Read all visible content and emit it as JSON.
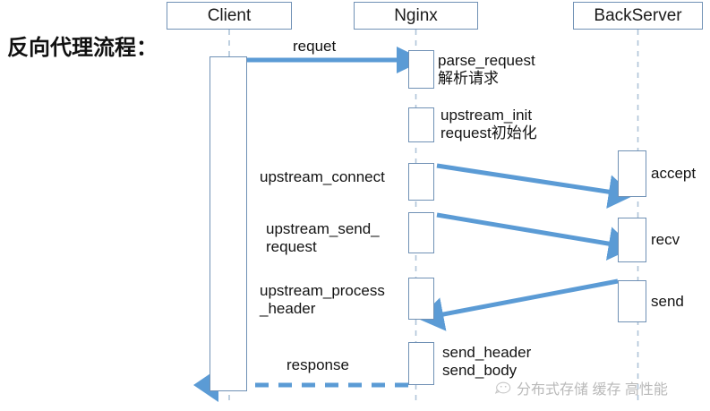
{
  "title": "反向代理流程：",
  "colors": {
    "arrow": "#5B9BD5",
    "box_border": "#7091B5",
    "lifeline": "#AFC4D8",
    "text": "#131313",
    "watermark": "#B9B9B9"
  },
  "actors": [
    {
      "name": "client",
      "label": "Client"
    },
    {
      "name": "nginx",
      "label": "Nginx"
    },
    {
      "name": "backserver",
      "label": "BackServer"
    }
  ],
  "activations": [
    {
      "name": "client-activation",
      "actor": "client",
      "label": ""
    },
    {
      "name": "nginx-parse-request",
      "actor": "nginx",
      "label": "parse_request\n解析请求"
    },
    {
      "name": "nginx-upstream-init",
      "actor": "nginx",
      "label": "upstream_init\nrequest初始化"
    },
    {
      "name": "nginx-upstream-connect",
      "actor": "nginx",
      "label": "upstream_connect"
    },
    {
      "name": "nginx-upstream-send-request",
      "actor": "nginx",
      "label": "upstream_send_\nrequest"
    },
    {
      "name": "nginx-upstream-process-header",
      "actor": "nginx",
      "label": "upstream_process\n_header"
    },
    {
      "name": "nginx-send-header-body",
      "actor": "nginx",
      "label": "send_header\nsend_body"
    },
    {
      "name": "backserver-accept",
      "actor": "backserver",
      "label": "accept"
    },
    {
      "name": "backserver-recv",
      "actor": "backserver",
      "label": "recv"
    },
    {
      "name": "backserver-send",
      "actor": "backserver",
      "label": "send"
    }
  ],
  "messages": [
    {
      "name": "message-request",
      "label": "requet",
      "from": "client",
      "to": "nginx",
      "style": "solid"
    },
    {
      "name": "message-connect",
      "label": "",
      "from": "nginx",
      "to": "backserver",
      "style": "solid"
    },
    {
      "name": "message-send-request",
      "label": "",
      "from": "nginx",
      "to": "backserver",
      "style": "solid"
    },
    {
      "name": "message-send-back",
      "label": "",
      "from": "backserver",
      "to": "nginx",
      "style": "solid"
    },
    {
      "name": "message-response",
      "label": "response",
      "from": "nginx",
      "to": "client",
      "style": "dashed"
    }
  ],
  "labels": {
    "parse_request": "parse_request",
    "parse_request_cn": "解析请求",
    "upstream_init": "upstream_init",
    "upstream_init_cn": "request初始化",
    "upstream_connect": "upstream_connect",
    "upstream_send_request_1": "upstream_send_",
    "upstream_send_request_2": "request",
    "upstream_process_header_1": "upstream_process",
    "upstream_process_header_2": "_header",
    "send_header": "send_header",
    "send_body": "send_body",
    "accept": "accept",
    "recv": "recv",
    "send": "send",
    "requet": "requet",
    "response": "response"
  },
  "watermark": {
    "text": "分布式存储 缓存 高性能",
    "logo_icon": "chat-face-icon"
  }
}
